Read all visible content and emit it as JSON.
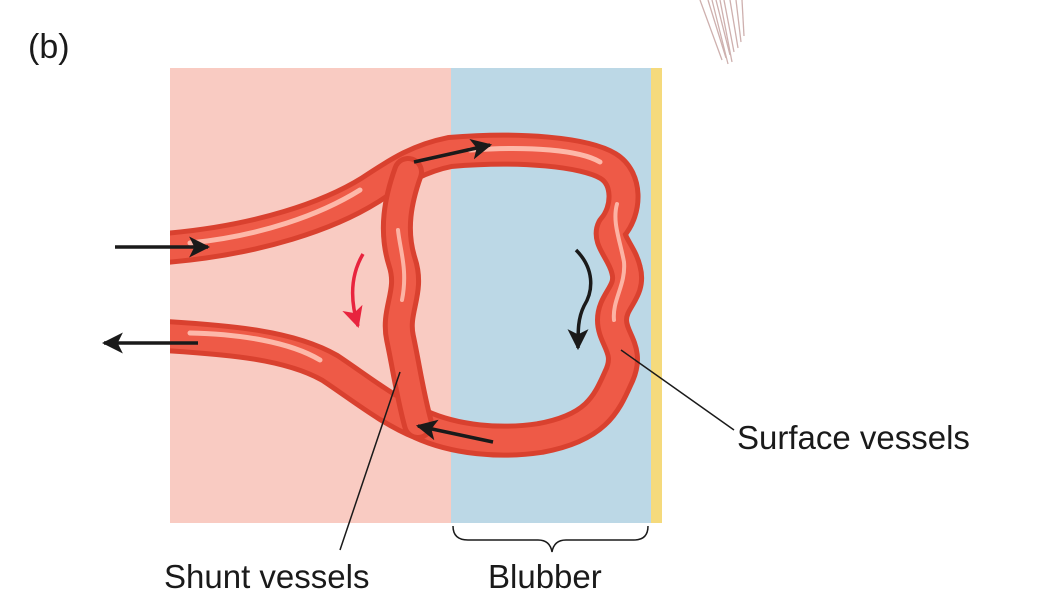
{
  "panel_label": "(b)",
  "labels": {
    "surface_vessels": "Surface vessels",
    "shunt_vessels": "Shunt vessels",
    "blubber": "Blubber"
  },
  "colors": {
    "tissue": "#f9cbc2",
    "blubber": "#bcd8e6",
    "skin_edge": "#f5da7c",
    "vessel": "#ee5a47",
    "vessel_dark": "#d9412f",
    "vessel_highlight": "#ffc9bb",
    "shunt_arrow": "#e8243e",
    "arrow": "#1a1a1a",
    "fur": "#c9a8a6"
  },
  "icons": [
    "flow-arrow-icon",
    "shunt-flow-arrow-icon",
    "fur-tuft-icon",
    "bracket-icon"
  ]
}
